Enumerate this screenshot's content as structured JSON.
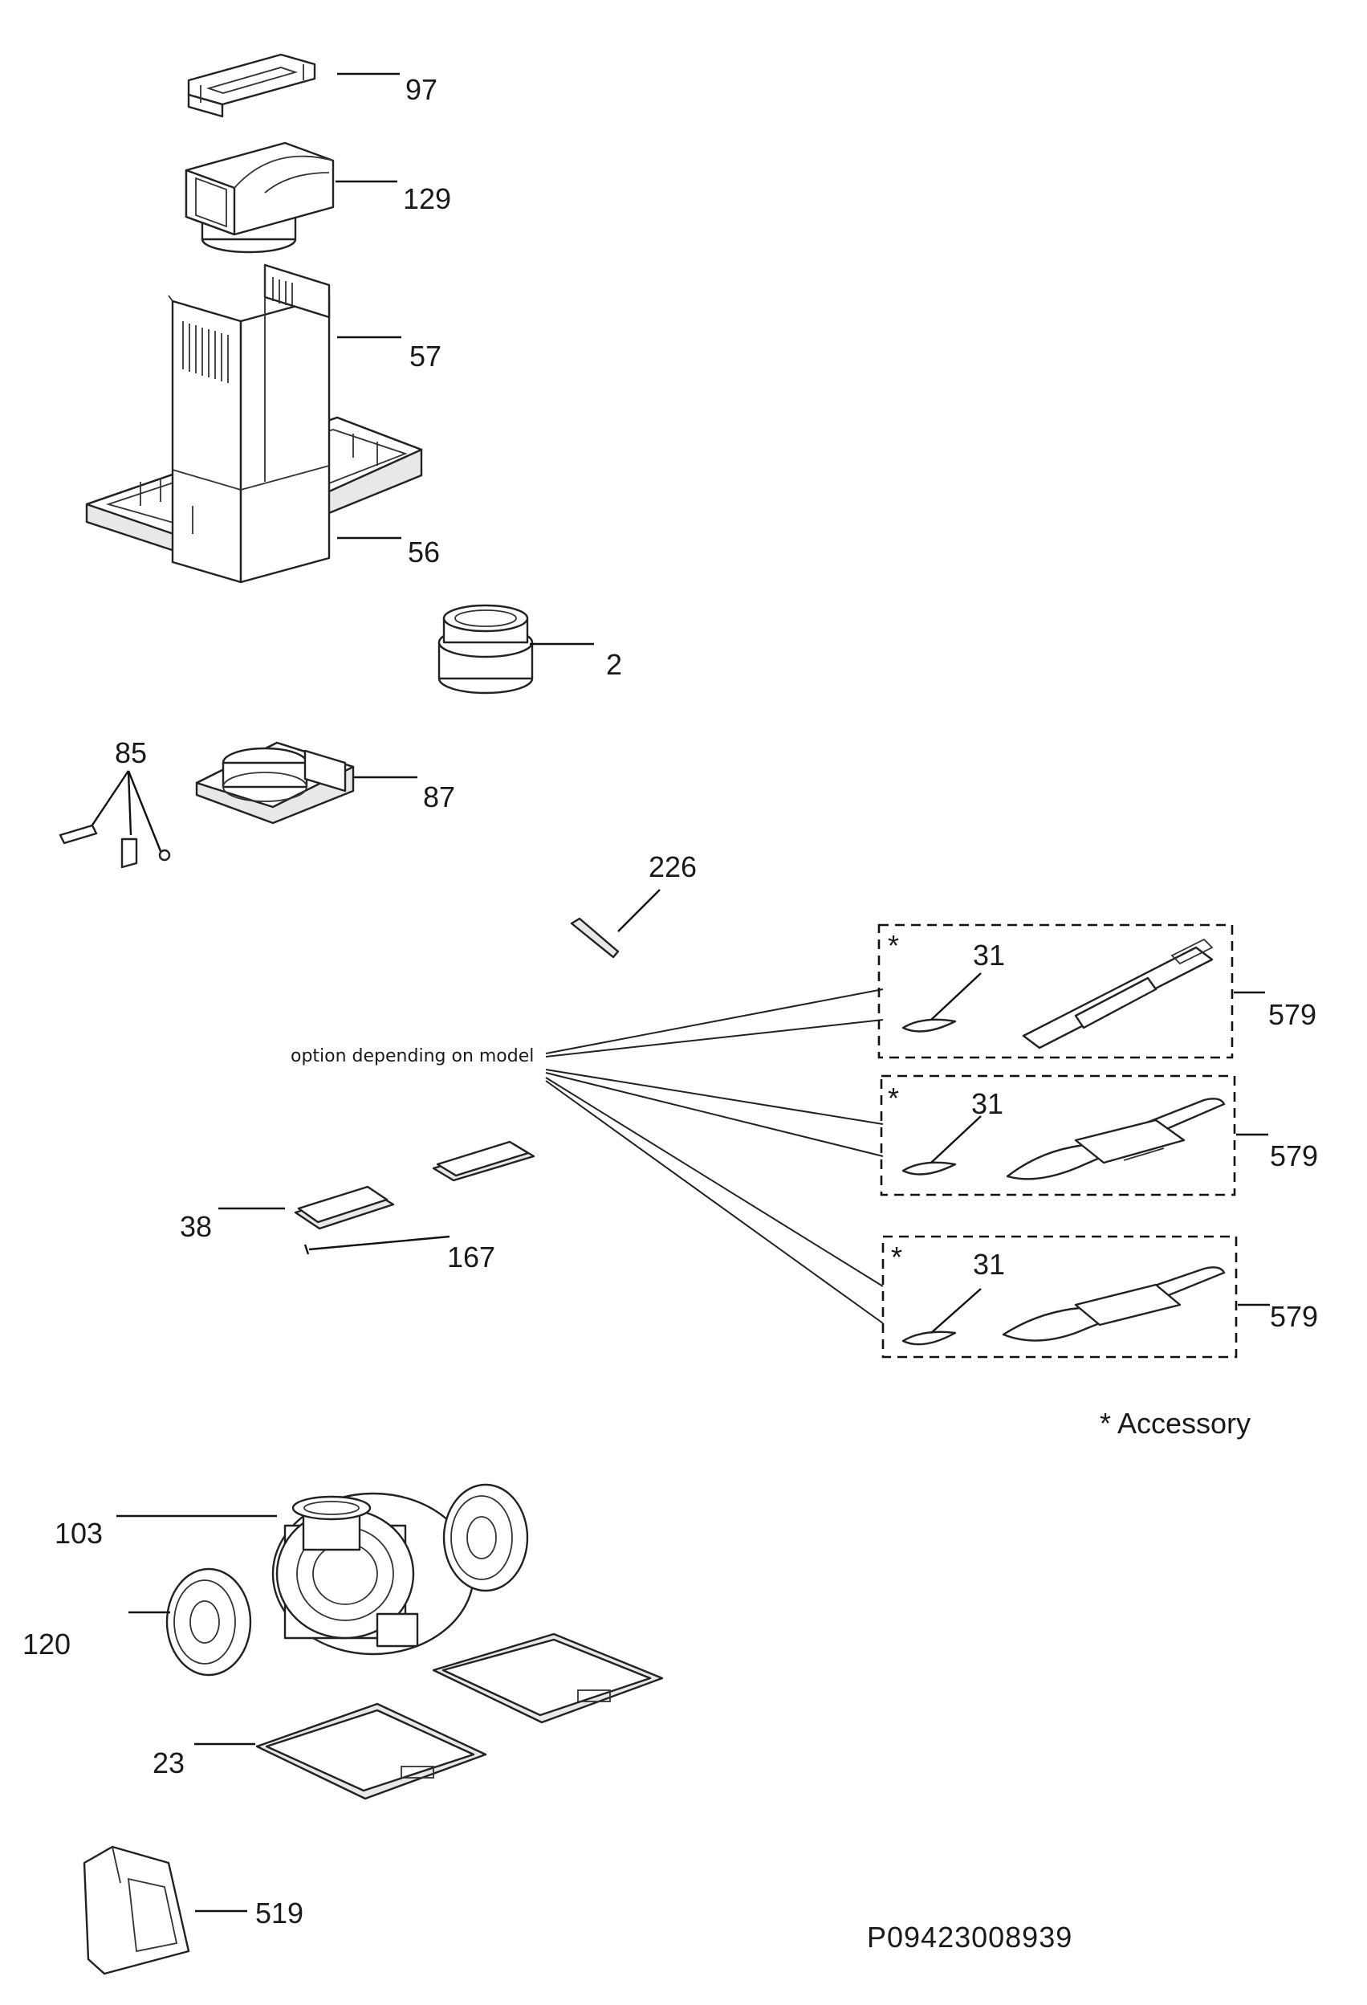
{
  "diagram": {
    "part_labels": [
      "97",
      "129",
      "57",
      "56",
      "2",
      "85",
      "87",
      "226",
      "31",
      "579",
      "38",
      "167",
      "103",
      "120",
      "23",
      "519"
    ],
    "option_note": "option depending on model",
    "accessory_star": "*",
    "accessory_legend": "* Accessory",
    "drawing_code": "P09423008939"
  }
}
